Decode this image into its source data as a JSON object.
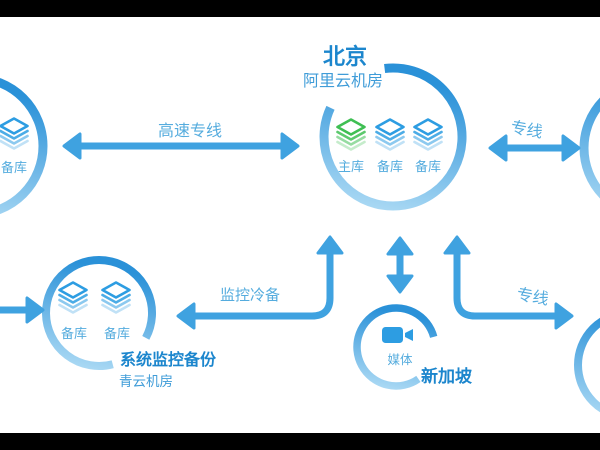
{
  "colors": {
    "background": "#ffffff",
    "letterbox": "#000000",
    "arrow": "#3fa2e0",
    "arc-top": "#2a91d8",
    "arc-bottom": "#b0dcf5",
    "title-strong": "#1c86cd",
    "title-sub": "#3f9cd8",
    "label-light": "#55acde",
    "db-green": "#3fbf53",
    "db-blue": "#2d9de2"
  },
  "nodes": {
    "beijing": {
      "title": "北京",
      "subtitle": "阿里云机房",
      "databases": [
        {
          "label": "主库",
          "role": "primary"
        },
        {
          "label": "备库",
          "role": "standby"
        },
        {
          "label": "备库",
          "role": "standby"
        }
      ]
    },
    "left_datacenter": {
      "databases": [
        {
          "label": "备库",
          "role": "standby"
        }
      ]
    },
    "monitor_backup": {
      "title": "系统监控备份",
      "subtitle": "青云机房",
      "databases": [
        {
          "label": "备库",
          "role": "standby"
        },
        {
          "label": "备库",
          "role": "standby"
        }
      ]
    },
    "singapore": {
      "title": "新加坡",
      "media_label": "媒体"
    }
  },
  "edges": {
    "left_link": {
      "label": "高速专线"
    },
    "right_link": {
      "label": "专线"
    },
    "monitor_link": {
      "label": "监控冷备"
    },
    "singapore_link": {
      "label": "专线"
    }
  }
}
